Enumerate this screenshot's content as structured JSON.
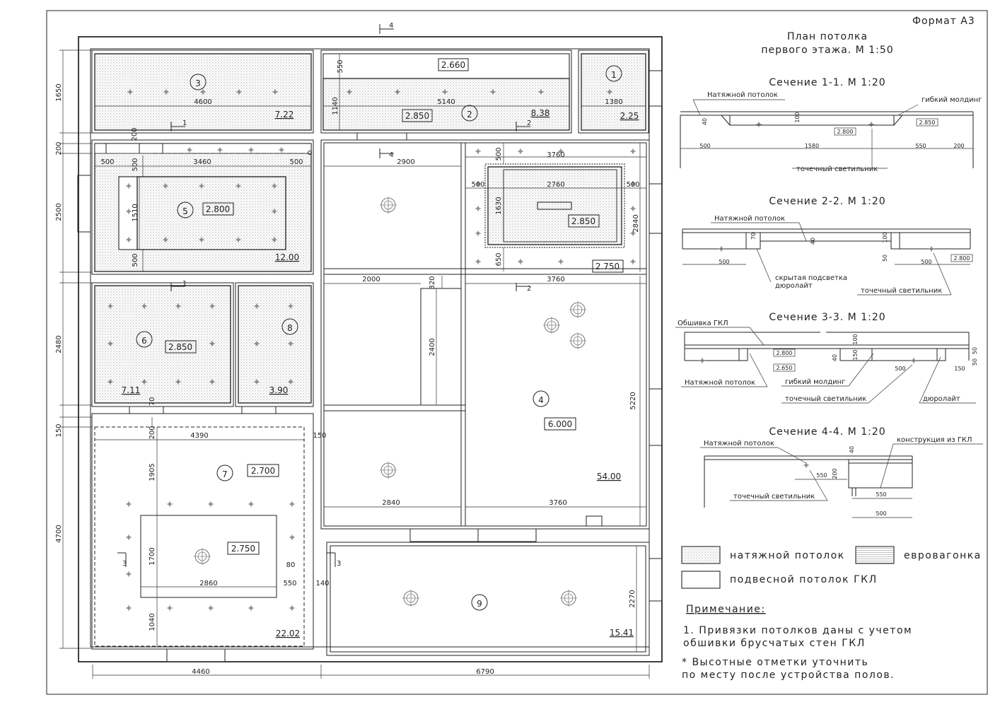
{
  "sheet": {
    "format": "Формат А3"
  },
  "title": {
    "line1": "План потолка",
    "line2": "первого этажа. М 1:50"
  },
  "rooms": [
    {
      "id": "1",
      "no": "1",
      "height": "",
      "area": "2.25",
      "dim": "1380"
    },
    {
      "id": "2",
      "no": "2",
      "height": "2.850",
      "height_top": "2.660",
      "area": "8.38",
      "dim": "5140"
    },
    {
      "id": "3",
      "no": "3",
      "height": "",
      "area": "7.22",
      "dim": "4600"
    },
    {
      "id": "4",
      "no": "4",
      "height": "6.000",
      "area": "54.00"
    },
    {
      "id": "5",
      "no": "5",
      "height": "2.800",
      "area": "12.00"
    },
    {
      "id": "6",
      "no": "6",
      "height": "2.850",
      "area": "7.11"
    },
    {
      "id": "7",
      "no": "7",
      "height": "2.700",
      "height_inner": "2.750",
      "area": "22.02"
    },
    {
      "id": "8",
      "no": "8",
      "height": "",
      "area": "3.90"
    },
    {
      "id": "9",
      "no": "9",
      "height": "",
      "area": "15.41"
    }
  ],
  "plan_labels": {
    "room4_niche": "2.850",
    "room4_right": "2.750"
  },
  "dims": {
    "left": [
      "1650",
      "200",
      "2500",
      "2480",
      "150",
      "4700"
    ],
    "bottom": [
      "4460",
      "6790"
    ],
    "misc": [
      "550",
      "1140",
      "500",
      "3460",
      "500",
      "1510",
      "500",
      "500",
      "2900",
      "3760",
      "500",
      "2760",
      "500",
      "1630",
      "650",
      "2840",
      "500",
      "3760",
      "2000",
      "320",
      "2400",
      "5220",
      "2840",
      "3760",
      "4390",
      "150",
      "200",
      "1905",
      "1700",
      "2860",
      "550",
      "80",
      "140",
      "1040",
      "2270",
      "70",
      "200"
    ]
  },
  "cut_marks": [
    "1",
    "1",
    "2",
    "2",
    "3",
    "3",
    "4",
    "4"
  ],
  "sections": [
    {
      "title": "Сечение 1-1. М 1:20",
      "labels": [
        "Натяжной потолок",
        "гибкий молдинг",
        "точечный светильник"
      ],
      "dims": [
        "40",
        "100",
        "2.800",
        "2.850",
        "500",
        "1580",
        "550",
        "200"
      ]
    },
    {
      "title": "Сечение 2-2. М 1:20",
      "labels": [
        "Натяжной потолок",
        "скрытая подсветка",
        "дюролайт",
        "точечный светильник"
      ],
      "dims": [
        "70",
        "40",
        "100",
        "50",
        "500",
        "500",
        "2.800"
      ]
    },
    {
      "title": "Сечение 3-3. М 1:20",
      "labels": [
        "Обшивка ГКЛ",
        "Натяжной потолок",
        "гибкий молдинг",
        "точечный светильник",
        "дюролайт"
      ],
      "dims": [
        "2.800",
        "2.650",
        "40",
        "150",
        "100",
        "500",
        "150",
        "50",
        "50"
      ]
    },
    {
      "title": "Сечение 4-4. М 1:20",
      "labels": [
        "Натяжной потолок",
        "конструкция из ГКЛ",
        "точечный светильник"
      ],
      "dims": [
        "40",
        "550",
        "200",
        "550",
        "500"
      ]
    }
  ],
  "legend": [
    {
      "label": "натяжной потолок",
      "pattern": "dots"
    },
    {
      "label": "евровагонка",
      "pattern": "lines"
    },
    {
      "label": "подвесной потолок ГКЛ",
      "pattern": "blank"
    }
  ],
  "notes": {
    "heading": "Примечание:",
    "n1a": "1. Привязки потолков даны с учетом",
    "n1b": "обшивки брусчатых стен ГКЛ",
    "n2a": "* Высотные отметки уточнить",
    "n2b": "по месту после устройства полов."
  }
}
